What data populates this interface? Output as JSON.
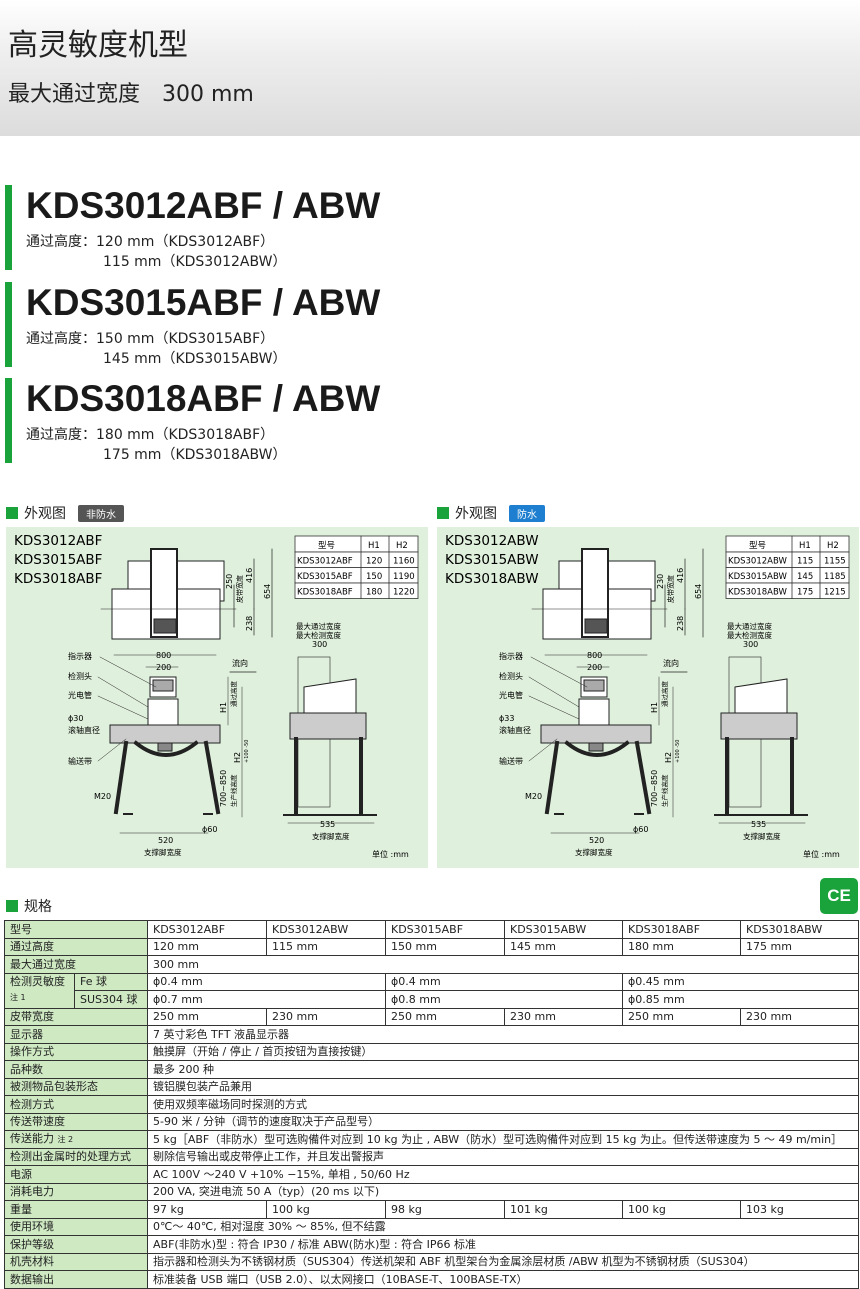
{
  "header": {
    "title": "高灵敏度机型",
    "subtitle": "最大通过宽度　300 mm"
  },
  "models": [
    {
      "name": "KDS3012ABF / ABW",
      "height_label": "通过高度：",
      "line1": "120 mm（KDS3012ABF）",
      "line2": "115 mm（KDS3012ABW）"
    },
    {
      "name": "KDS3015ABF / ABW",
      "height_label": "通过高度：",
      "line1": "150 mm（KDS3015ABF）",
      "line2": "145 mm（KDS3015ABW）"
    },
    {
      "name": "KDS3018ABF / ABW",
      "height_label": "通过高度：",
      "line1": "180 mm（KDS3018ABF）",
      "line2": "175 mm（KDS3018ABW）"
    }
  ],
  "diagrams": [
    {
      "section": "外观图",
      "badge": "非防水",
      "badge_color": "#555555",
      "models": [
        "KDS3012ABF",
        "KDS3015ABF",
        "KDS3018ABF"
      ],
      "table": {
        "headers": [
          "型号",
          "H1",
          "H2"
        ],
        "rows": [
          [
            "KDS3012ABF",
            "120",
            "1160"
          ],
          [
            "KDS3015ABF",
            "150",
            "1190"
          ],
          [
            "KDS3018ABF",
            "180",
            "1220"
          ]
        ]
      },
      "dims": {
        "belt": "250",
        "belt_label": "皮带宽度",
        "d416": "416",
        "d654": "654",
        "d238": "238",
        "max_pass": "最大通过宽度",
        "max_detect": "最大检测宽度",
        "d300": "300",
        "d800": "800",
        "d200": "200",
        "flow": "流向",
        "indicator": "指示器",
        "head": "检测头",
        "photo": "光电管",
        "roller": "ϕ30",
        "roller_label": "滚轴直径",
        "conveyor": "输送带",
        "m20": "M20",
        "h1": "H1",
        "h1_label": "通过高度",
        "h2": "H2",
        "h2_tol": "+100 -50",
        "line_h": "700~850",
        "line_h_label": "生产线高度",
        "d520": "520",
        "foot": "支撑脚宽度",
        "phi60": "ϕ60",
        "d535": "535",
        "foot2": "支撑脚宽度",
        "unit": "单位 :mm"
      }
    },
    {
      "section": "外观图",
      "badge": "防水",
      "badge_color": "#1e7fd0",
      "models": [
        "KDS3012ABW",
        "KDS3015ABW",
        "KDS3018ABW"
      ],
      "table": {
        "headers": [
          "型号",
          "H1",
          "H2"
        ],
        "rows": [
          [
            "KDS3012ABW",
            "115",
            "1155"
          ],
          [
            "KDS3015ABW",
            "145",
            "1185"
          ],
          [
            "KDS3018ABW",
            "175",
            "1215"
          ]
        ]
      },
      "dims": {
        "belt": "230",
        "belt_label": "皮带宽度",
        "d416": "416",
        "d654": "654",
        "d238": "238",
        "max_pass": "最大通过宽度",
        "max_detect": "最大检测宽度",
        "d300": "300",
        "d800": "800",
        "d200": "200",
        "flow": "流向",
        "indicator": "指示器",
        "head": "检测头",
        "photo": "光电管",
        "roller": "ϕ33",
        "roller_label": "滚轴直径",
        "conveyor": "输送带",
        "m20": "M20",
        "h1": "H1",
        "h1_label": "通过高度",
        "h2": "H2",
        "h2_tol": "+100 -50",
        "line_h": "700~850",
        "line_h_label": "生产线高度",
        "d520": "520",
        "foot": "支撑脚宽度",
        "phi60": "ϕ60",
        "d535": "535",
        "foot2": "支撑脚宽度",
        "unit": "单位 :mm"
      }
    }
  ],
  "spec": {
    "section": "规格",
    "ce": "CE",
    "model_label": "型号",
    "models": [
      "KDS3012ABF",
      "KDS3012ABW",
      "KDS3015ABF",
      "KDS3015ABW",
      "KDS3018ABF",
      "KDS3018ABW"
    ],
    "pass_height": {
      "label": "通过高度",
      "values": [
        "120 mm",
        "115 mm",
        "150 mm",
        "145 mm",
        "180 mm",
        "175 mm"
      ]
    },
    "max_width": {
      "label": "最大通过宽度",
      "value": "300 mm"
    },
    "sensitivity": {
      "label": "检测灵敏度",
      "note": "注 1",
      "fe_label": "Fe 球",
      "fe": [
        "ϕ0.4 mm",
        "ϕ0.4 mm",
        "ϕ0.45 mm"
      ],
      "sus_label": "SUS304 球",
      "sus": [
        "ϕ0.7 mm",
        "ϕ0.8 mm",
        "ϕ0.85 mm"
      ]
    },
    "belt_width": {
      "label": "皮带宽度",
      "values": [
        "250 mm",
        "230 mm",
        "250 mm",
        "230 mm",
        "250 mm",
        "230 mm"
      ]
    },
    "rows_a": [
      {
        "label": "显示器",
        "value": "7 英寸彩色 TFT 液晶显示器"
      },
      {
        "label": "操作方式",
        "value": "触摸屏（开始 / 停止 / 首页按钮为直接按键）"
      },
      {
        "label": "品种数",
        "value": "最多 200 种"
      },
      {
        "label": "被测物品包装形态",
        "value": "镀铝膜包装产品兼用"
      },
      {
        "label": "检测方式",
        "value": "使用双频率磁场同时探测的方式"
      },
      {
        "label": "传送带速度",
        "value": "5-90 米 / 分钟（调节的速度取决于产品型号）"
      },
      {
        "label": "传送能力",
        "note": "注 2",
        "value": "5 kg［ABF（非防水）型可选购備件对应到 10 kg 为止 , ABW（防水）型可选购備件对应到 15 kg 为止。但传送带速度为 5 ～ 49 m/min］"
      },
      {
        "label": "检测出金属时的处理方式",
        "value": "剔除信号输出或皮带停止工作，并且发出警报声"
      },
      {
        "label": "电源",
        "value": "AC 100V ～240 V +10% −15%, 单相 , 50/60 Hz"
      },
      {
        "label": "消耗电力",
        "value": "200 VA, 突进电流 50 A（typ）(20 ms 以下)"
      }
    ],
    "weight": {
      "label": "重量",
      "values": [
        "97 kg",
        "100 kg",
        "98 kg",
        "101 kg",
        "100 kg",
        "103 kg"
      ]
    },
    "rows_b": [
      {
        "label": "使用环境",
        "value": "0℃～ 40℃, 相对湿度 30% ～ 85%, 但不结露"
      },
      {
        "label": "保护等级",
        "value": "ABF(非防水)型 : 符合 IP30 / 标准 ABW(防水)型 : 符合 IP66 标准"
      },
      {
        "label": "机壳材料",
        "value": "指示器和检测头为不锈钢材质（SUS304）传送机架和 ABF 机型架台为金属涂层材质 /ABW 机型为不锈钢材质（SUS304）"
      },
      {
        "label": "数据输出",
        "value": "标准装备 USB 端口（USB 2.0）、以太网接口（10BASE-T、100BASE-TX）"
      }
    ]
  }
}
